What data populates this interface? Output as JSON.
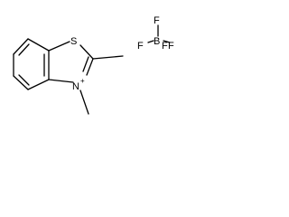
{
  "molecule": {
    "cation": {
      "sulfur": "S",
      "nitrogen": "N",
      "charge": "+"
    },
    "anion": {
      "boron": "B",
      "fluorines": [
        "F",
        "F",
        "F",
        "F"
      ]
    }
  }
}
